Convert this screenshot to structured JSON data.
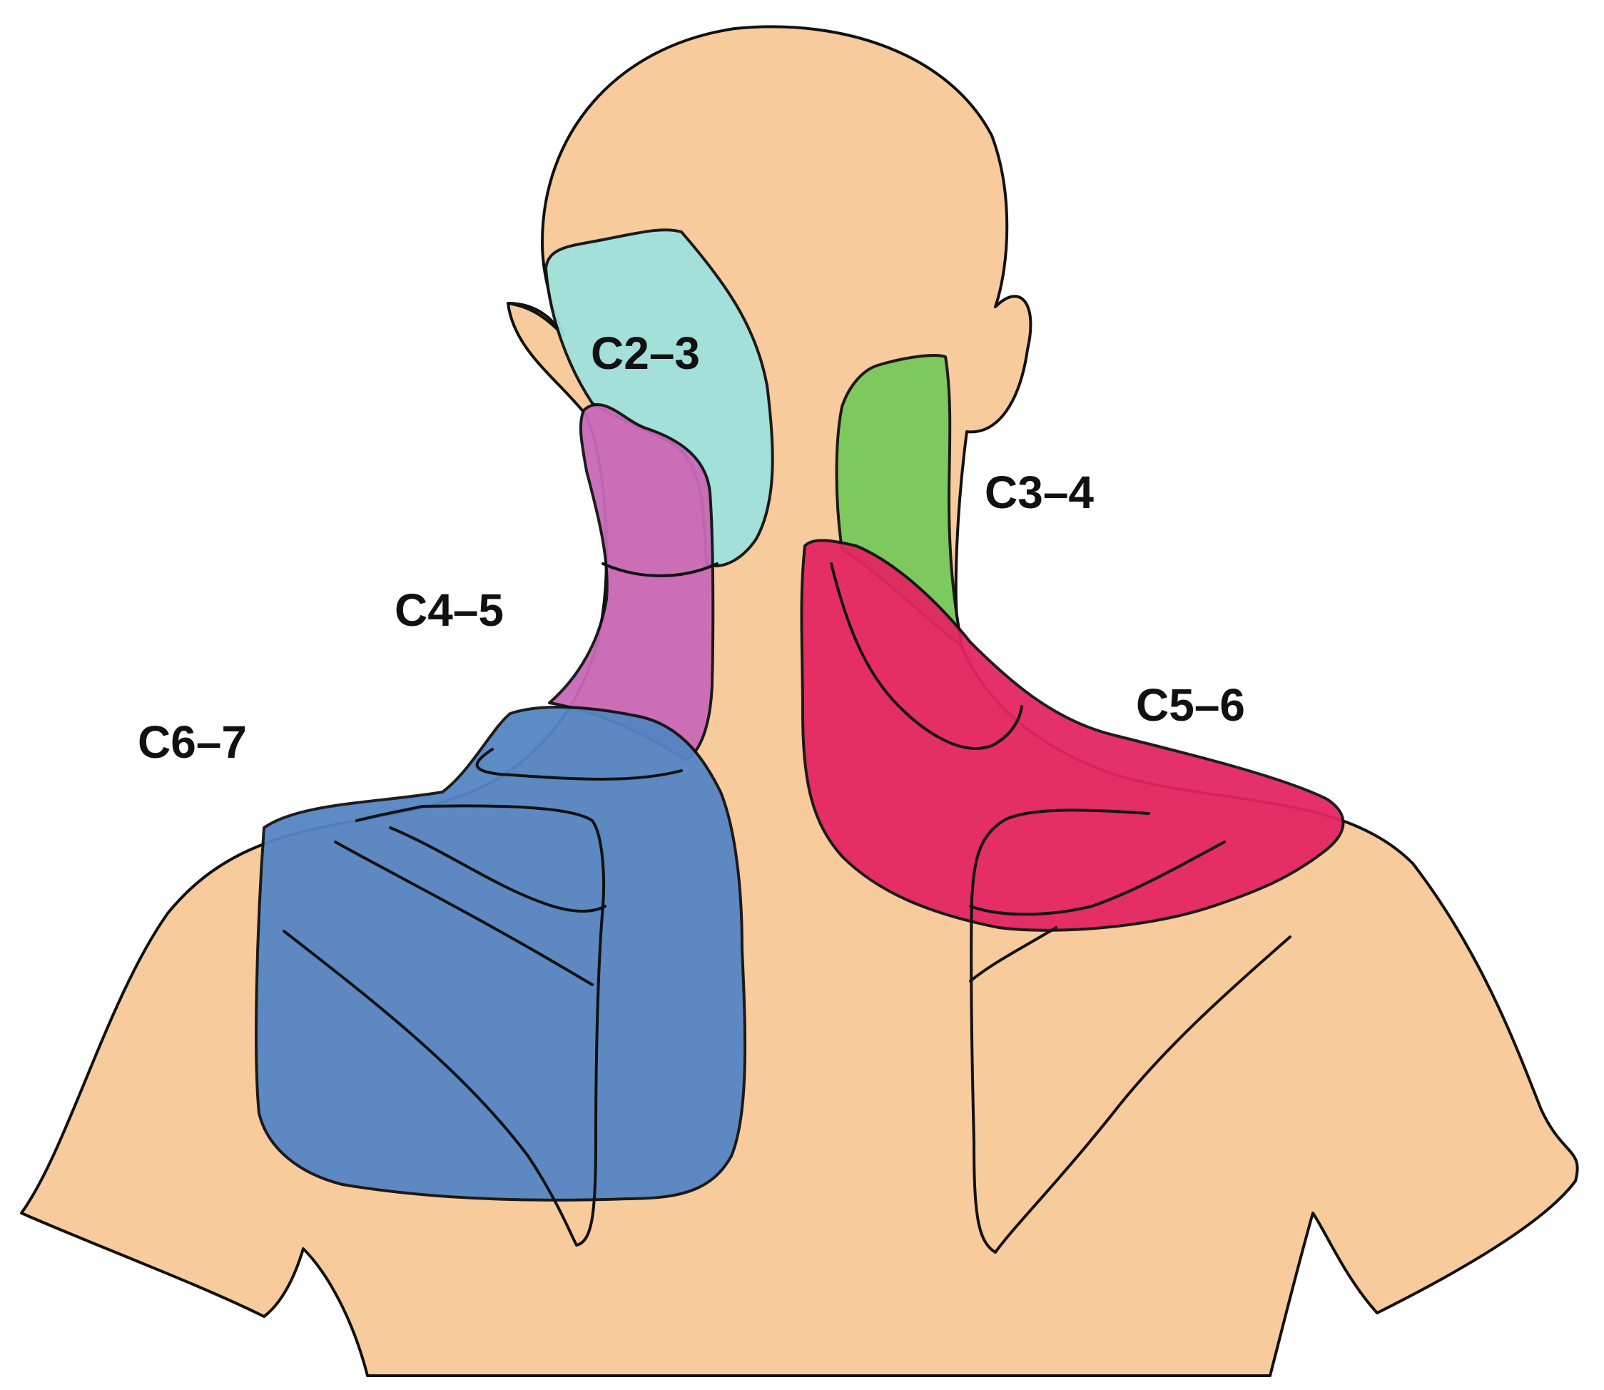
{
  "colors": {
    "background": "#ffffff",
    "skin": "#f8cb9c",
    "outline": "#111111",
    "c2_3": "#a0e2de",
    "c3_4": "#78c95a",
    "c4_5": "#c96ab8",
    "c5_6": "#e32663",
    "c6_7": "#5585c3"
  },
  "labels": {
    "c2_3": "C2–3",
    "c3_4": "C3–4",
    "c4_5": "C4–5",
    "c5_6": "C5–6",
    "c6_7": "C6–7"
  }
}
